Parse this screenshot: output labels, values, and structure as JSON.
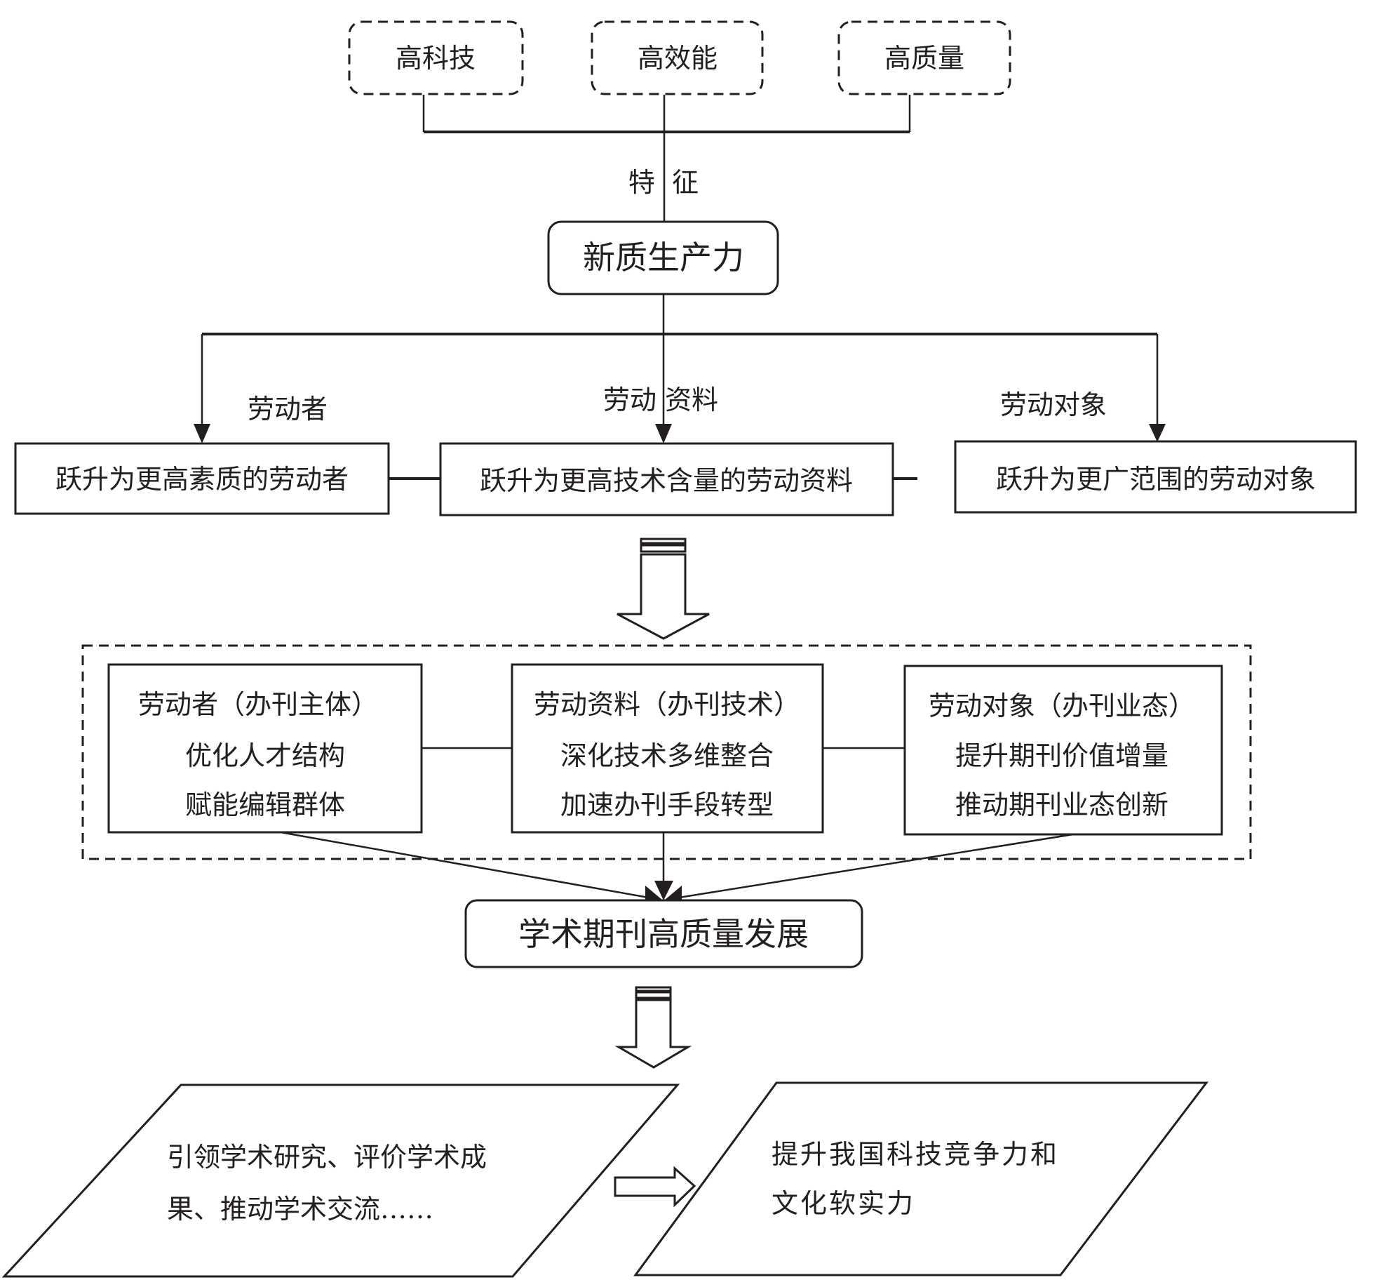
{
  "diagram": {
    "features": {
      "items": [
        "高科技",
        "高效能",
        "高质量"
      ],
      "connector_label": "特  征"
    },
    "core": {
      "label": "新质生产力"
    },
    "elements": {
      "branch_labels": [
        "劳动者",
        "劳动 资料",
        "劳动对象"
      ],
      "boxes": [
        "跃升为更高素质的劳动者",
        "跃升为更高技术含量的劳动资料",
        "跃升为更广范围的劳动对象"
      ]
    },
    "journal_factors": [
      {
        "title": "劳动者（办刊主体）",
        "lines": [
          "优化人才结构",
          "赋能编辑群体"
        ]
      },
      {
        "title": "劳动资料（办刊技术）",
        "lines": [
          "深化技术多维整合",
          "加速办刊手段转型"
        ]
      },
      {
        "title": "劳动对象（办刊业态）",
        "lines": [
          "提升期刊价值增量",
          "推动期刊业态创新"
        ]
      }
    ],
    "goal": {
      "label": "学术期刊高质量发展"
    },
    "outcomes": [
      {
        "lines": [
          "引领学术研究、评价学术成",
          "果、推动学术交流……"
        ]
      },
      {
        "lines": [
          "提升我国科技竞争力和",
          "文化软实力"
        ]
      }
    ]
  }
}
